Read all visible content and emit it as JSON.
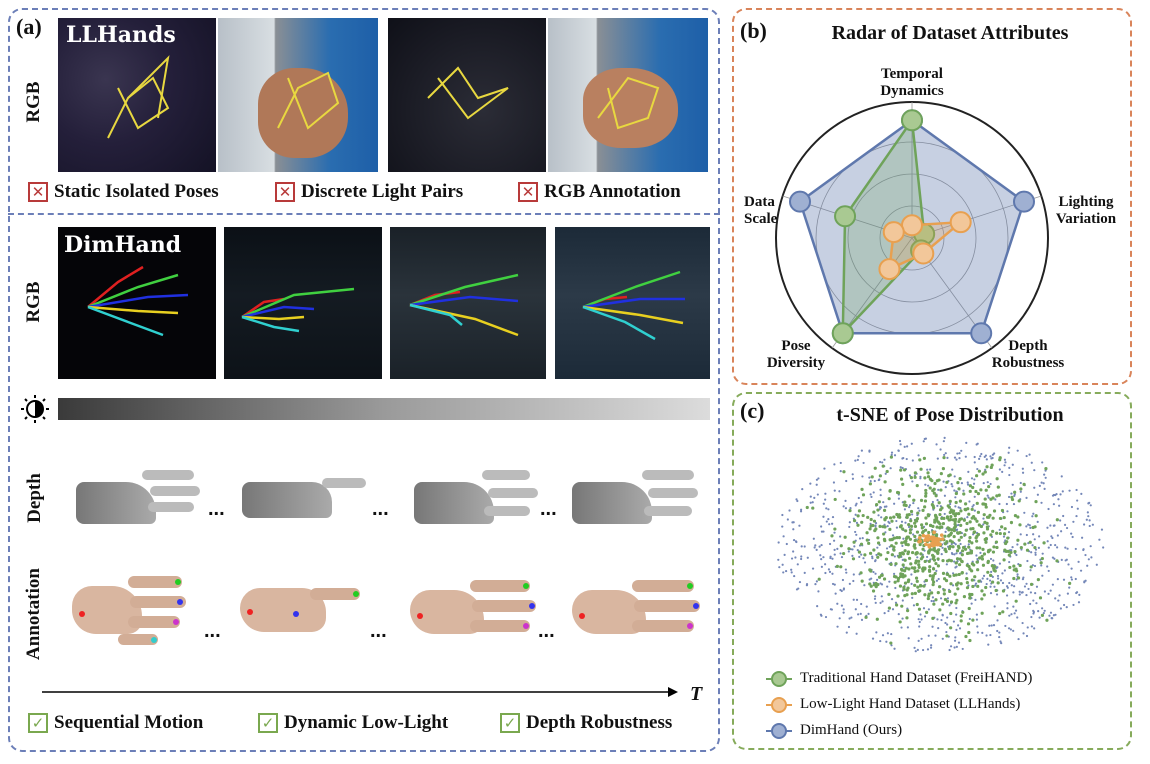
{
  "panel_a": {
    "label": "(a)",
    "llhands_badge": "LLHands",
    "dimhand_badge": "DimHand",
    "row_rgb_top": "RGB",
    "row_rgb_mid": "RGB",
    "row_depth": "Depth",
    "row_annotation": "Annotation",
    "llhands_cons": [
      "Static Isolated Poses",
      "Discrete Light Pairs",
      "RGB Annotation"
    ],
    "dimhand_pros": [
      "Sequential Motion",
      "Dynamic Low-Light",
      "Depth Robustness"
    ],
    "ellipsis": "...",
    "time_axis": "T",
    "brightness_icon": "half-sun-brightness-icon"
  },
  "panel_b": {
    "label": "(b)",
    "title": "Radar of Dataset Attributes",
    "axes": [
      "Temporal\nDynamics",
      "Lighting\nVariation",
      "Depth\nRobustness",
      "Pose\nDiversity",
      "Data\nScale"
    ]
  },
  "panel_c": {
    "label": "(c)",
    "title": "t-SNE of Pose Distribution"
  },
  "legend": [
    {
      "name": "Traditional Hand Dataset (FreiHAND)",
      "color": "#6fa35a"
    },
    {
      "name": "Low-Light Hand Dataset (LLHands)",
      "color": "#e8a050"
    },
    {
      "name": "DimHand (Ours)",
      "color": "#5f78ad"
    }
  ],
  "chart_data": {
    "type": "radar",
    "title": "Radar of Dataset Attributes",
    "axes": [
      "Temporal Dynamics",
      "Lighting Variation",
      "Depth Robustness",
      "Pose Diversity",
      "Data Scale"
    ],
    "rmax": 1.0,
    "series": [
      {
        "name": "DimHand (Ours)",
        "color": "#5f78ad",
        "values": [
          0.92,
          0.92,
          0.92,
          0.92,
          0.92
        ]
      },
      {
        "name": "Traditional Hand Dataset (FreiHAND)",
        "color": "#6fa35a",
        "values": [
          0.92,
          0.1,
          0.12,
          0.92,
          0.55
        ]
      },
      {
        "name": "Low-Light Hand Dataset (LLHands)",
        "color": "#e8a050",
        "values": [
          0.1,
          0.4,
          0.15,
          0.3,
          0.15
        ]
      }
    ]
  }
}
